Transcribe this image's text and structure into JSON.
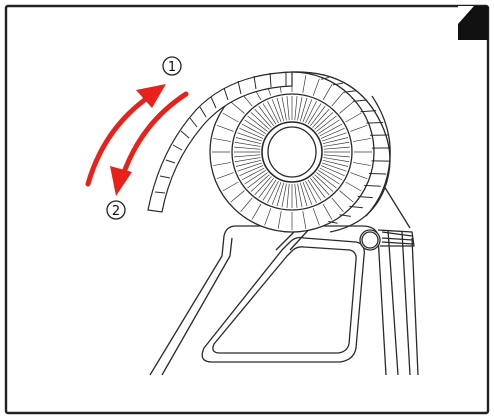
{
  "diagram": {
    "steps": [
      {
        "label": "①",
        "direction": "counterclockwise-up"
      },
      {
        "label": "②",
        "direction": "clockwise-down"
      }
    ],
    "colors": {
      "arrow": "#e8211a",
      "line": "#2a2a2a",
      "border": "#222222",
      "corner_tab": "#111111"
    },
    "icons": [
      "roll-icon",
      "holder-icon",
      "corner-tab-icon"
    ]
  }
}
